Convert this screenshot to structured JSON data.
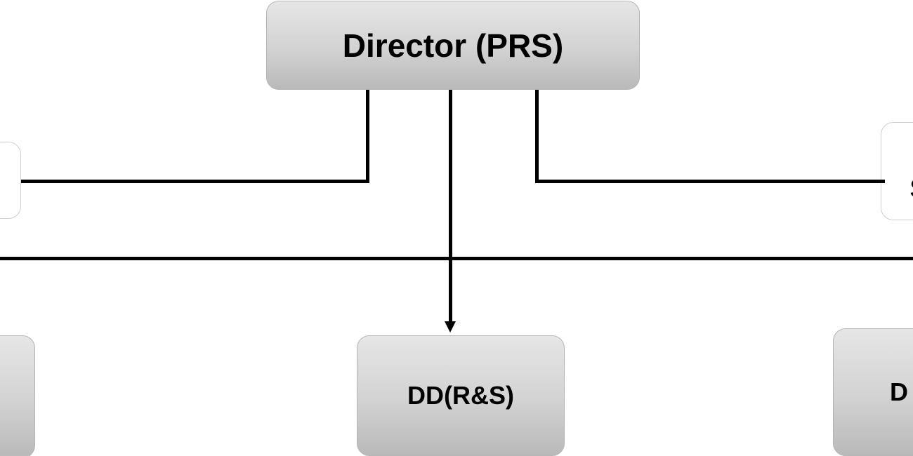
{
  "diagram": {
    "top_box": {
      "label": "Director (PRS)"
    },
    "middle_box": {
      "label": "DD(R&S)"
    },
    "right_box_partial": {
      "label": "D"
    },
    "right_side_box_partial": {
      "label": "S"
    }
  },
  "colors": {
    "box_fill_top": "#e6e6e6",
    "box_fill_bottom": "#b9b9b9",
    "box_border": "#b5b5b5",
    "line": "#000000",
    "background": "#ffffff"
  }
}
